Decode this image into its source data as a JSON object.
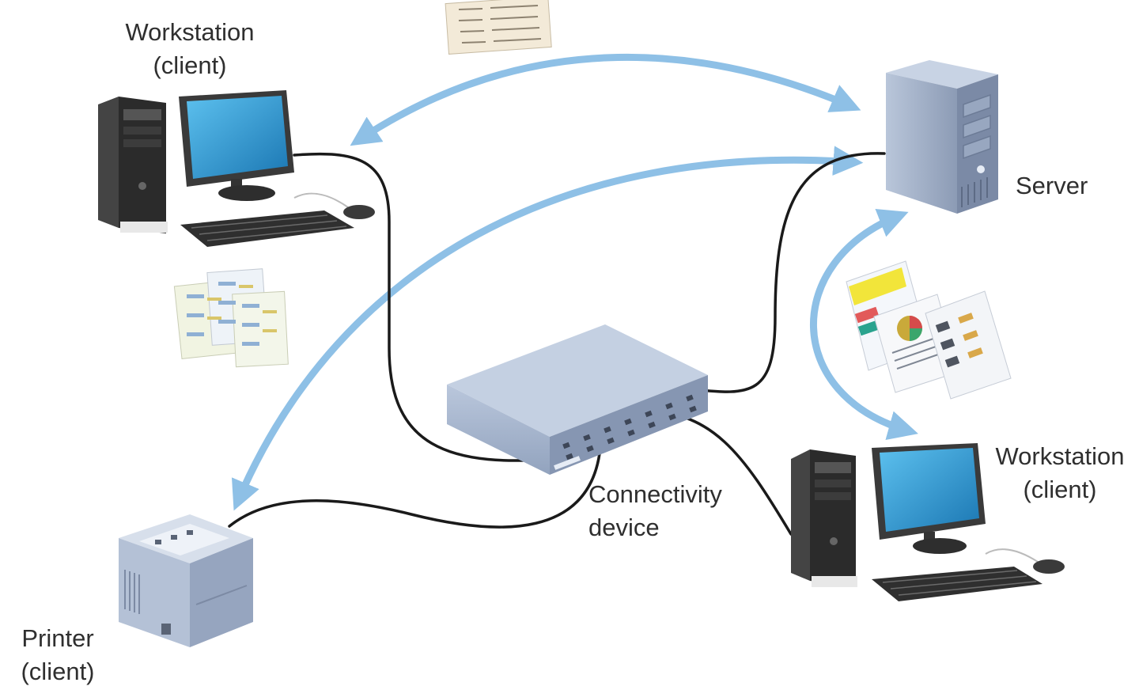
{
  "labels": {
    "workstation_top": {
      "line1": "Workstation",
      "line2": "(client)"
    },
    "server": {
      "line1": "Server"
    },
    "workstation_bottom": {
      "line1": "Workstation",
      "line2": "(client)"
    },
    "connectivity_device": {
      "line1": "Connectivity",
      "line2": "device"
    },
    "printer": {
      "line1": "Printer",
      "line2": "(client)"
    }
  },
  "colors": {
    "arrow": "#8ec0e6",
    "cable": "#1a1a1a",
    "device_body": "#a9b8cf",
    "screen": "#2a93c9",
    "tower": "#2b2b2b"
  },
  "icons": [
    "workstation-icon",
    "server-icon",
    "switch-icon",
    "printer-icon",
    "document-icon"
  ]
}
